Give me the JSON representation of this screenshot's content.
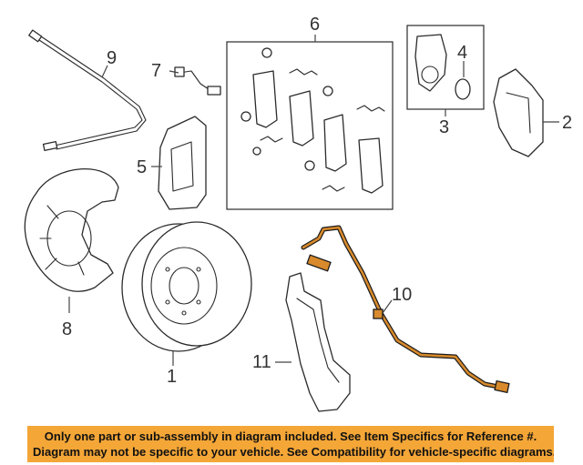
{
  "callouts": {
    "c1": "1",
    "c2": "2",
    "c3": "3",
    "c4": "4",
    "c5": "5",
    "c6": "6",
    "c7": "7",
    "c8": "8",
    "c9": "9",
    "c10": "10",
    "c11": "11"
  },
  "notice": {
    "line1": "Only one part or sub-assembly in diagram included. See Item Specifics for Reference #.",
    "line2": "Diagram may not be specific to your vehicle. See Compatibility for vehicle-specific diagrams."
  },
  "colors": {
    "highlight": "#d88a2c",
    "banner": "#f4a637",
    "line": "#2b2b2b"
  }
}
